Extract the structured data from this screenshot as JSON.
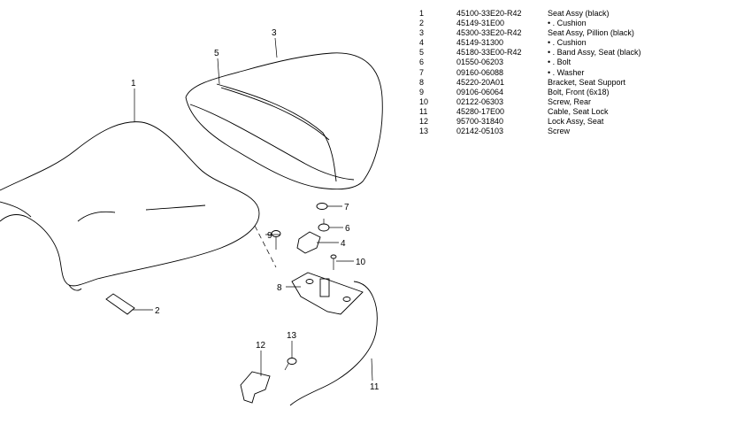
{
  "callouts": [
    "1",
    "2",
    "3",
    "4",
    "5",
    "6",
    "7",
    "8",
    "9",
    "10",
    "11",
    "12",
    "13"
  ],
  "parts": [
    {
      "no": "1",
      "part": "45100-33E20-R42",
      "desc": "Seat Assy (black)"
    },
    {
      "no": "2",
      "part": "45149-31E00",
      "desc": "• . Cushion"
    },
    {
      "no": "3",
      "part": "45300-33E20-R42",
      "desc": "Seat Assy, Pillion (black)"
    },
    {
      "no": "4",
      "part": "45149-31300",
      "desc": "• . Cushion"
    },
    {
      "no": "5",
      "part": "45180-33E00-R42",
      "desc": "• . Band Assy, Seat (black)"
    },
    {
      "no": "6",
      "part": "01550-06203",
      "desc": "• . Bolt"
    },
    {
      "no": "7",
      "part": "09160-06088",
      "desc": "• . Washer"
    },
    {
      "no": "8",
      "part": "45220-20A01",
      "desc": "Bracket, Seat Support"
    },
    {
      "no": "9",
      "part": "09106-06064",
      "desc": "Bolt, Front (6x18)"
    },
    {
      "no": "10",
      "part": "02122-06303",
      "desc": "Screw, Rear"
    },
    {
      "no": "11",
      "part": "45280-17E00",
      "desc": "Cable, Seat Lock"
    },
    {
      "no": "12",
      "part": "95700-31840",
      "desc": "Lock Assy, Seat"
    },
    {
      "no": "13",
      "part": "02142-05103",
      "desc": "Screw"
    }
  ]
}
